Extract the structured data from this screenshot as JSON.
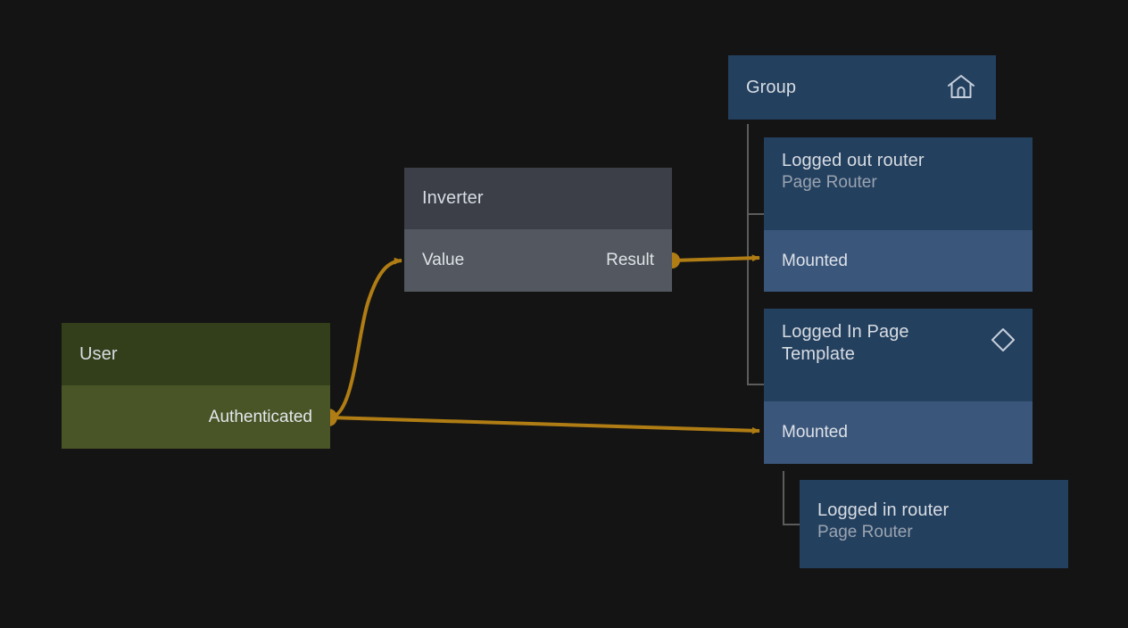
{
  "theme": {
    "background": "#141414",
    "blue_header": "#24405f",
    "blue_port": "#3b567b",
    "grey_header": "#3c3f48",
    "grey_port": "#53575f",
    "green_header": "#333f1a",
    "green_port": "#4a5527",
    "wire": "#b07d14",
    "tree_line": "#5c5c5c",
    "text_primary": "#d7dce2",
    "text_secondary": "#9aa4b0"
  },
  "nodes": {
    "group": {
      "title": "Group",
      "icon": "home-icon"
    },
    "logged_out_router": {
      "title": "Logged out router",
      "subtitle": "Page Router",
      "port_in": "Mounted"
    },
    "logged_in_template": {
      "title": "Logged In Page Template",
      "icon": "diamond-icon",
      "port_in": "Mounted"
    },
    "logged_in_router": {
      "title": "Logged in router",
      "subtitle": "Page Router"
    },
    "inverter": {
      "title": "Inverter",
      "input": "Value",
      "output": "Result"
    },
    "user": {
      "title": "User",
      "output": "Authenticated"
    }
  },
  "connections": [
    {
      "from": "user.Authenticated",
      "to": "inverter.Value"
    },
    {
      "from": "inverter.Result",
      "to": "logged_out_router.Mounted"
    },
    {
      "from": "user.Authenticated",
      "to": "logged_in_template.Mounted"
    }
  ]
}
